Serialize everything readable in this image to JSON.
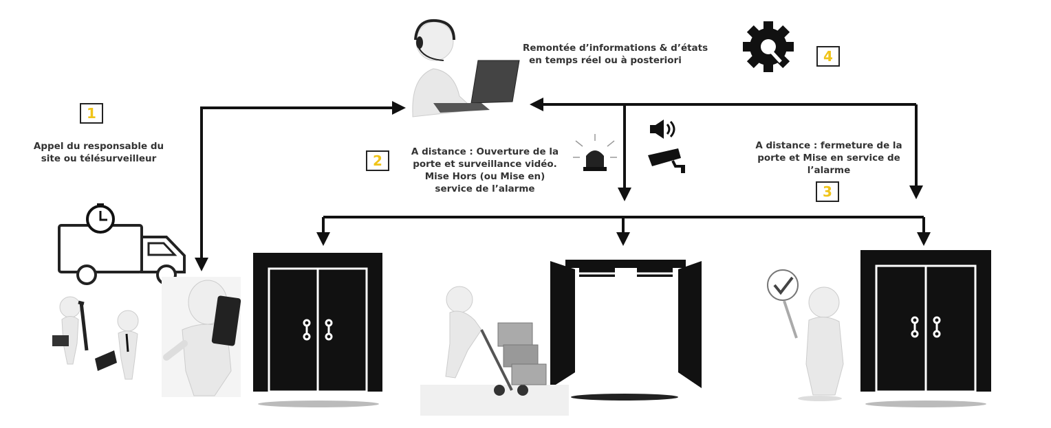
{
  "header_text": {
    "line1": "Remontée d’informations  & d’états",
    "line2": "en temps réel ou à posteriori"
  },
  "steps": [
    {
      "number": "1",
      "lines": [
        "Appel du responsable du",
        "site ou télésurveilleur"
      ]
    },
    {
      "number": "2",
      "lines": [
        "A distance : Ouverture de la",
        "porte et surveillance vidéo.",
        "Mise Hors (ou Mise en)",
        "service de l’alarme"
      ]
    },
    {
      "number": "3",
      "lines": [
        "A distance : fermeture de la",
        "porte et Mise en service de",
        "l’alarme"
      ]
    },
    {
      "number": "4",
      "lines": []
    }
  ],
  "colors": {
    "badge_number": "#f0c419",
    "line": "#111111",
    "text": "#333333",
    "door": "#111111"
  },
  "icons": [
    "operator-with-laptop-icon",
    "gear-wrench-icon",
    "alarm-light-icon",
    "speaker-icon",
    "security-camera-icon",
    "delivery-truck-icon",
    "clock-icon",
    "technician-icon",
    "businessman-icon",
    "person-phone-icon",
    "closed-door-icon",
    "open-door-icon",
    "person-hand-truck-icon",
    "person-checkmark-sign-icon"
  ]
}
